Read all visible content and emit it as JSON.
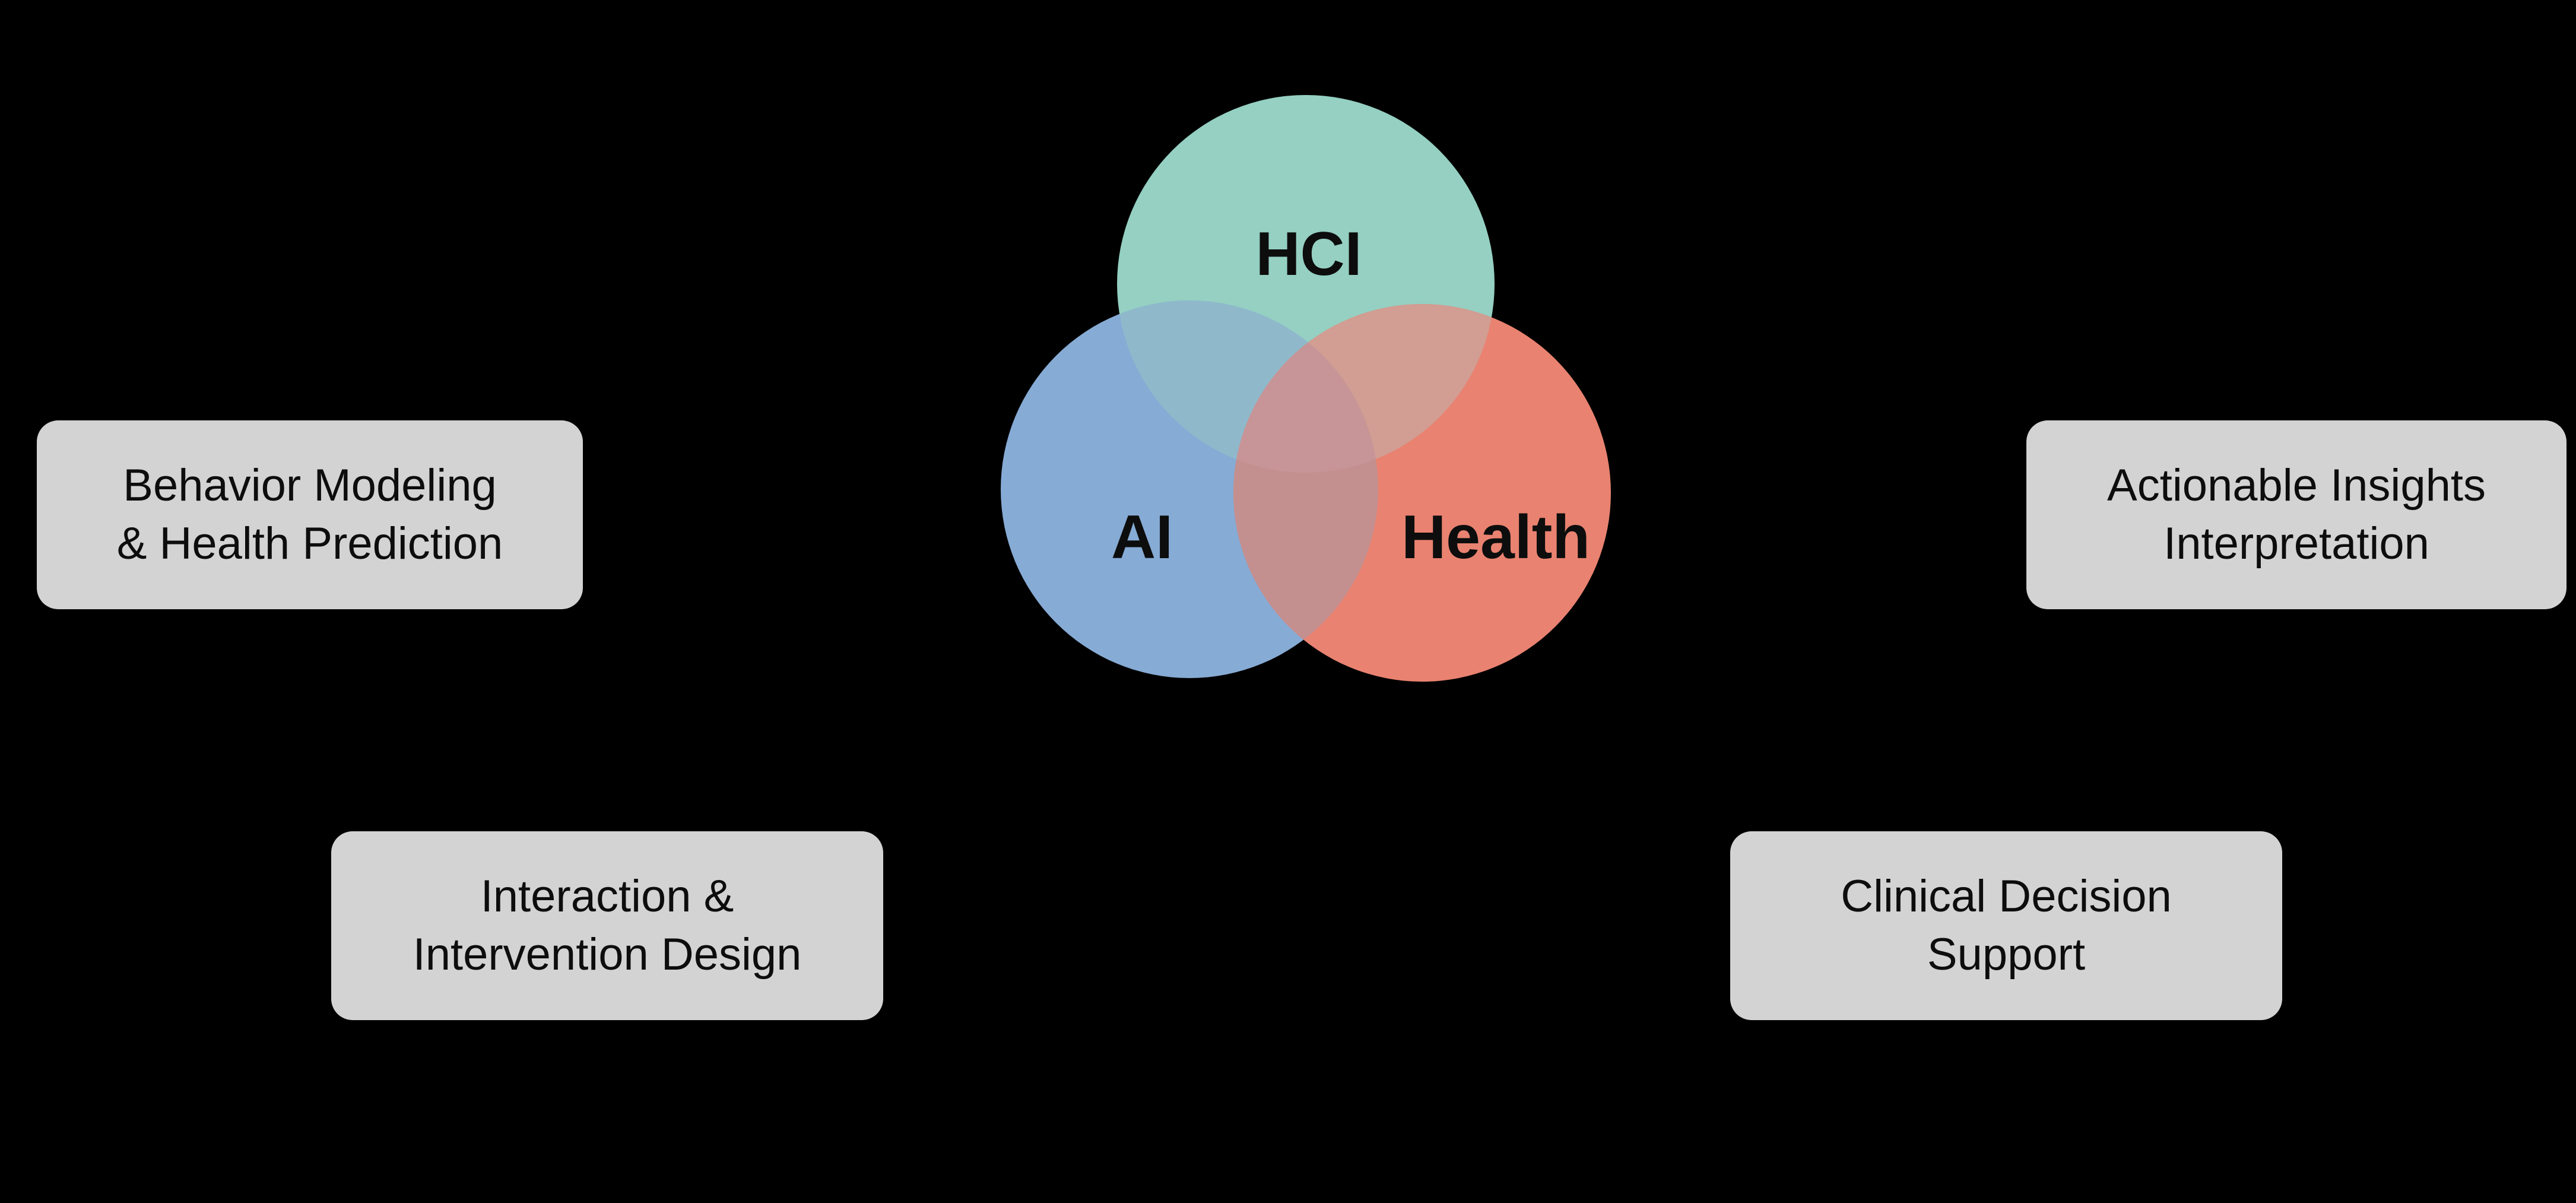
{
  "background_color": "#000000",
  "venn": {
    "labels": {
      "top": "HCI",
      "left": "AI",
      "right": "Health"
    },
    "colors": {
      "hci": "#95d0c2",
      "ai": "#86abd5",
      "health": "#e98270",
      "hci_ai": "#8fb9cb",
      "hci_health": "#d29d92",
      "ai_health": "#c48f8f",
      "center": "#c79597",
      "label_text": "#0d0d0d"
    }
  },
  "boxes": {
    "fill": "#d3d3d3",
    "text_color": "#0d0d0d",
    "top_left": {
      "line1": "Behavior Modeling",
      "line2": "& Health Prediction"
    },
    "top_right": {
      "line1": "Actionable Insights",
      "line2": "Interpretation"
    },
    "bottom_left": {
      "line1": "Interaction &",
      "line2": "Intervention Design"
    },
    "bottom_right": {
      "line1": "Clinical Decision",
      "line2": "Support"
    }
  }
}
